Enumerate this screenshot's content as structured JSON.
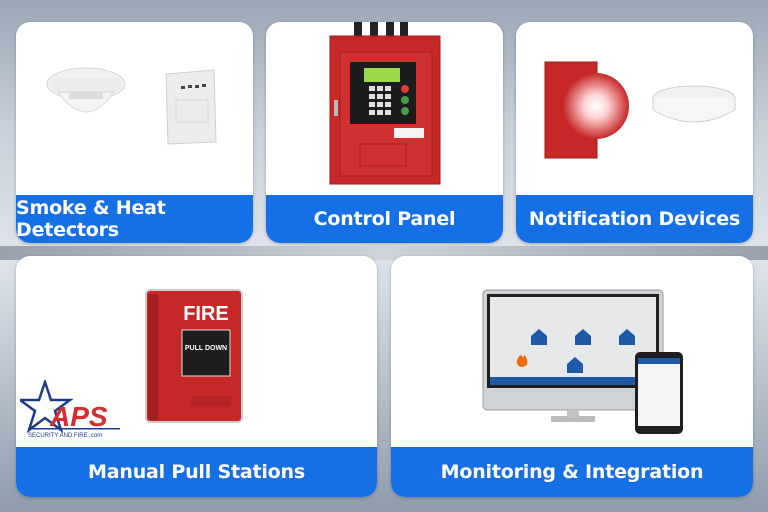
{
  "cards": [
    {
      "label": "Smoke & Heat Detectors"
    },
    {
      "label": "Control Panel"
    },
    {
      "label": "Notification Devices"
    },
    {
      "label": "Manual Pull Stations"
    },
    {
      "label": "Monitoring & Integration"
    }
  ],
  "pull_station": {
    "sign": "FIRE",
    "handle_text": "PULL DOWN"
  },
  "logo": {
    "brand": "APS",
    "tagline": "SECURITY AND FIRE .com"
  },
  "colors": {
    "accent_blue": "#1570e6",
    "fire_red": "#c62828",
    "logo_navy": "#1e3a8a"
  }
}
